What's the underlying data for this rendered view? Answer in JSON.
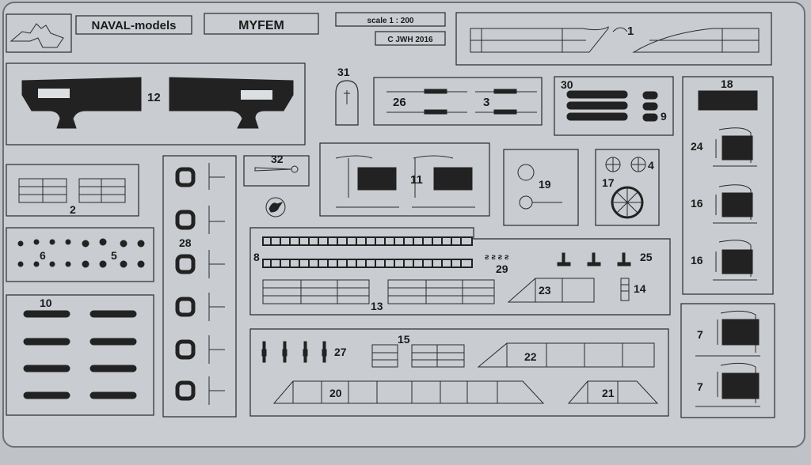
{
  "header": {
    "brand": "NAVAL-models",
    "model": "MYFEM",
    "scale": "scale 1 : 200",
    "copyright": "C  JWH 2016"
  },
  "part_numbers": {
    "p1": "1",
    "p2": "2",
    "p3": "3",
    "p4": "4",
    "p5": "5",
    "p6": "6",
    "p7a": "7",
    "p7b": "7",
    "p8": "8",
    "p9": "9",
    "p10": "10",
    "p11": "11",
    "p12": "12",
    "p13": "13",
    "p14": "14",
    "p15": "15",
    "p16a": "16",
    "p16b": "16",
    "p17": "17",
    "p18": "18",
    "p19": "19",
    "p20": "20",
    "p21": "21",
    "p22": "22",
    "p23": "23",
    "p24": "24",
    "p25": "25",
    "p26": "26",
    "p27": "27",
    "p28": "28",
    "p29": "29",
    "p30": "30",
    "p31": "31",
    "p32": "32"
  },
  "colors": {
    "sheet": "#c9ccd0",
    "background": "#bfc3c7",
    "etch": "#222222"
  }
}
